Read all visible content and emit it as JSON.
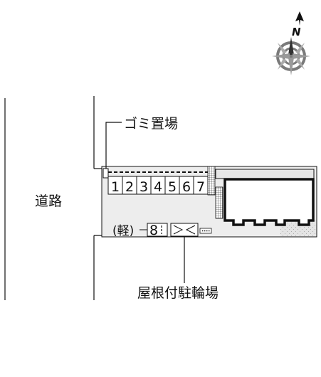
{
  "labels": {
    "road": "道路",
    "garbage": "ゴミ置場",
    "light_prefix": "(軽)",
    "bike_shelter": "屋根付駐輪場",
    "north": "N"
  },
  "parking": {
    "slots": [
      "1",
      "2",
      "3",
      "4",
      "5",
      "6",
      "7"
    ],
    "light_slot": "8"
  },
  "colors": {
    "site_fill": "#ededed",
    "building_band": "#e6e6e6",
    "line": "#111111",
    "compass_grey": "#7a7a7a"
  }
}
